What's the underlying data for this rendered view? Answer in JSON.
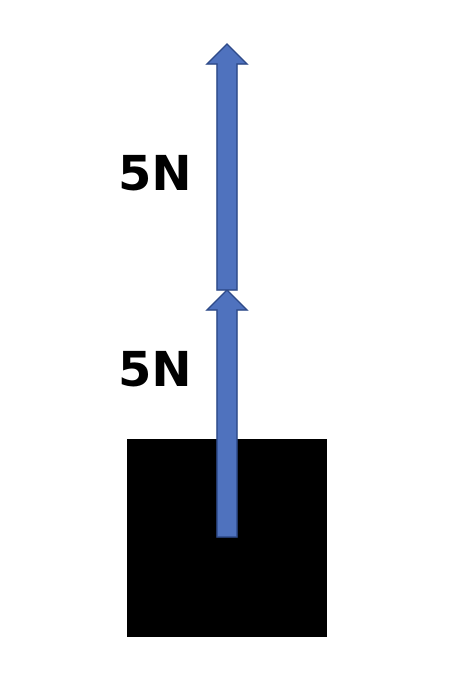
{
  "diagram": {
    "colors": {
      "arrow_fill": "#4f72be",
      "arrow_stroke": "#2f4b8a",
      "block_fill": "#000000",
      "background": "#ffffff"
    },
    "forces": [
      {
        "label": "5N",
        "direction": "up"
      },
      {
        "label": "5N",
        "direction": "up"
      }
    ]
  }
}
